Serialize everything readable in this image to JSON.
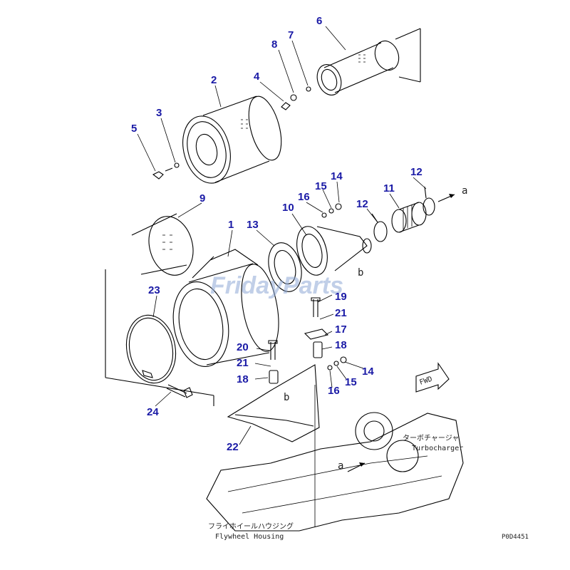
{
  "watermark": "FridayParts",
  "callouts": [
    "1",
    "2",
    "3",
    "4",
    "5",
    "6",
    "7",
    "8",
    "9",
    "10",
    "11",
    "12",
    "12",
    "13",
    "14",
    "14",
    "15",
    "15",
    "16",
    "16",
    "17",
    "18",
    "18",
    "19",
    "20",
    "21",
    "21",
    "22",
    "23",
    "24"
  ],
  "letters": {
    "a1": "a",
    "a2": "a",
    "b1": "b",
    "b2": "b"
  },
  "labels": {
    "fwd": "FWD",
    "turbo_jp": "ターボチャージャ",
    "turbo_en": "Turbocharger",
    "flywheel_jp": "フライホイールハウジング",
    "flywheel_en": "Flywheel Housing",
    "drawing_code": "P0D4451"
  },
  "colors": {
    "callout": "#1a1aa6",
    "line": "#000000",
    "watermark_blue": "#8fa9d6",
    "watermark_orange": "#f0a030"
  }
}
